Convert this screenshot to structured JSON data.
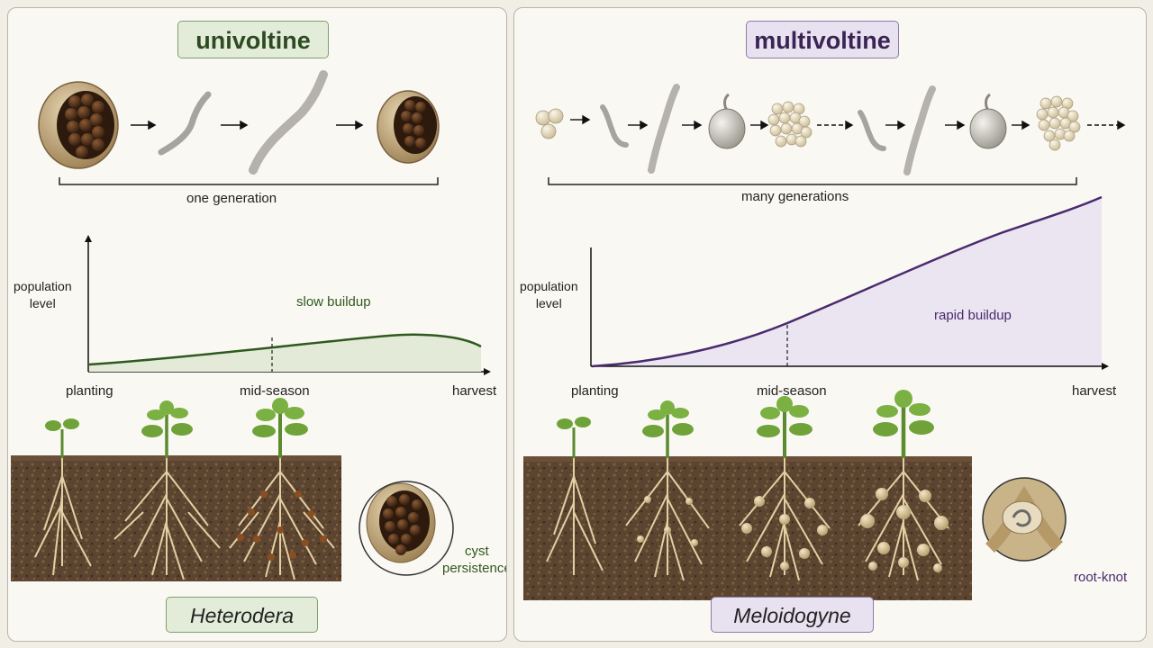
{
  "left": {
    "title": "univoltine",
    "generation_label": "one generation",
    "y_axis_label": "population\nlevel",
    "curve_label": "slow buildup",
    "x_ticks": [
      "planting",
      "mid-season",
      "harvest"
    ],
    "inset_label": "cyst\npersistence",
    "genus": "Heterodera",
    "accent_color": "#2e5a1e"
  },
  "right": {
    "title": "multivoltine",
    "generation_label": "many generations",
    "y_axis_label": "population\nlevel",
    "curve_label": "rapid buildup",
    "x_ticks": [
      "planting",
      "mid-season",
      "harvest"
    ],
    "inset_label": "root-knot",
    "genus": "Meloidogyne",
    "accent_color": "#4a2a6e"
  }
}
